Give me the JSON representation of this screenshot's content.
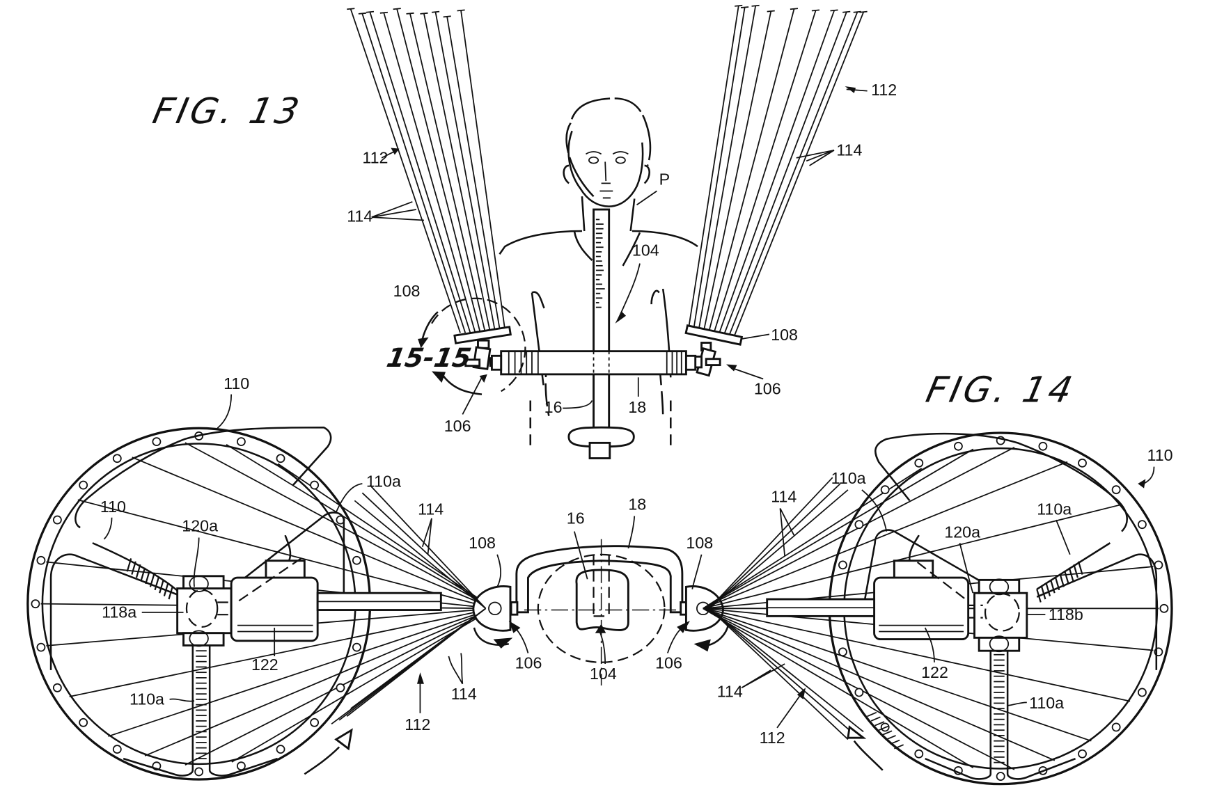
{
  "figures": {
    "fig13": {
      "title": "FIG. 13",
      "section_marker": "15-15"
    },
    "fig14": {
      "title": "FIG. 14"
    }
  },
  "fig13_labels": {
    "ribbon_set_left": "112",
    "ribbons_left": "114",
    "ribbon_set_right": "112",
    "ribbons_right": "114",
    "person": "P",
    "frame_assembly": "104",
    "holder_left": "108",
    "holder_right": "108",
    "swivel_left": "106",
    "swivel_right": "106",
    "vertical_post": "16",
    "cross_bar": "18"
  },
  "fig14_labels": {
    "wheel_left_top": "110",
    "wheel_left_inner": "110",
    "spoke_left_upper": "110a",
    "spoke_left_lower": "110a",
    "bearing_left": "120a",
    "hub_left": "118a",
    "motor_left": "122",
    "ribbons_left_top": "114",
    "ribbons_left_bottom": "114",
    "ribbon_set_left": "112",
    "holder_left": "108",
    "swivel_left": "106",
    "post": "16",
    "bar": "18",
    "frame": "104",
    "holder_right": "108",
    "swivel_right": "106",
    "ribbons_right_top": "114",
    "ribbons_right_bottom": "114",
    "ribbon_set_right": "112",
    "wheel_right": "110",
    "spoke_right_upper_left": "110a",
    "spoke_right_upper": "110a",
    "bearing_right": "120a",
    "hub_right": "118b",
    "motor_right": "122",
    "spoke_right_lower": "110a"
  },
  "colors": {
    "ink": "#111111",
    "paper": "#ffffff"
  }
}
